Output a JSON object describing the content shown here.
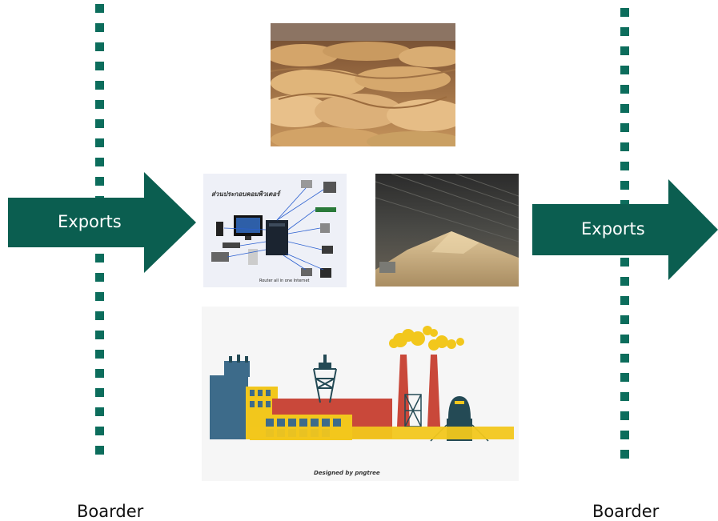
{
  "left_arrow": {
    "label": "Exports"
  },
  "right_arrow": {
    "label": "Exports"
  },
  "left_border": {
    "label": "Boarder"
  },
  "right_border": {
    "label": "Boarder"
  },
  "images": {
    "hides": "leather-hides-photo",
    "computer": "computer-components-photo",
    "grain": "grain-warehouse-photo",
    "factory": "factory-illustration"
  },
  "factory_caption": "Designed by pngtree",
  "colors": {
    "arrow": "#0b5e50",
    "border_dots": "#0c6d5c"
  }
}
